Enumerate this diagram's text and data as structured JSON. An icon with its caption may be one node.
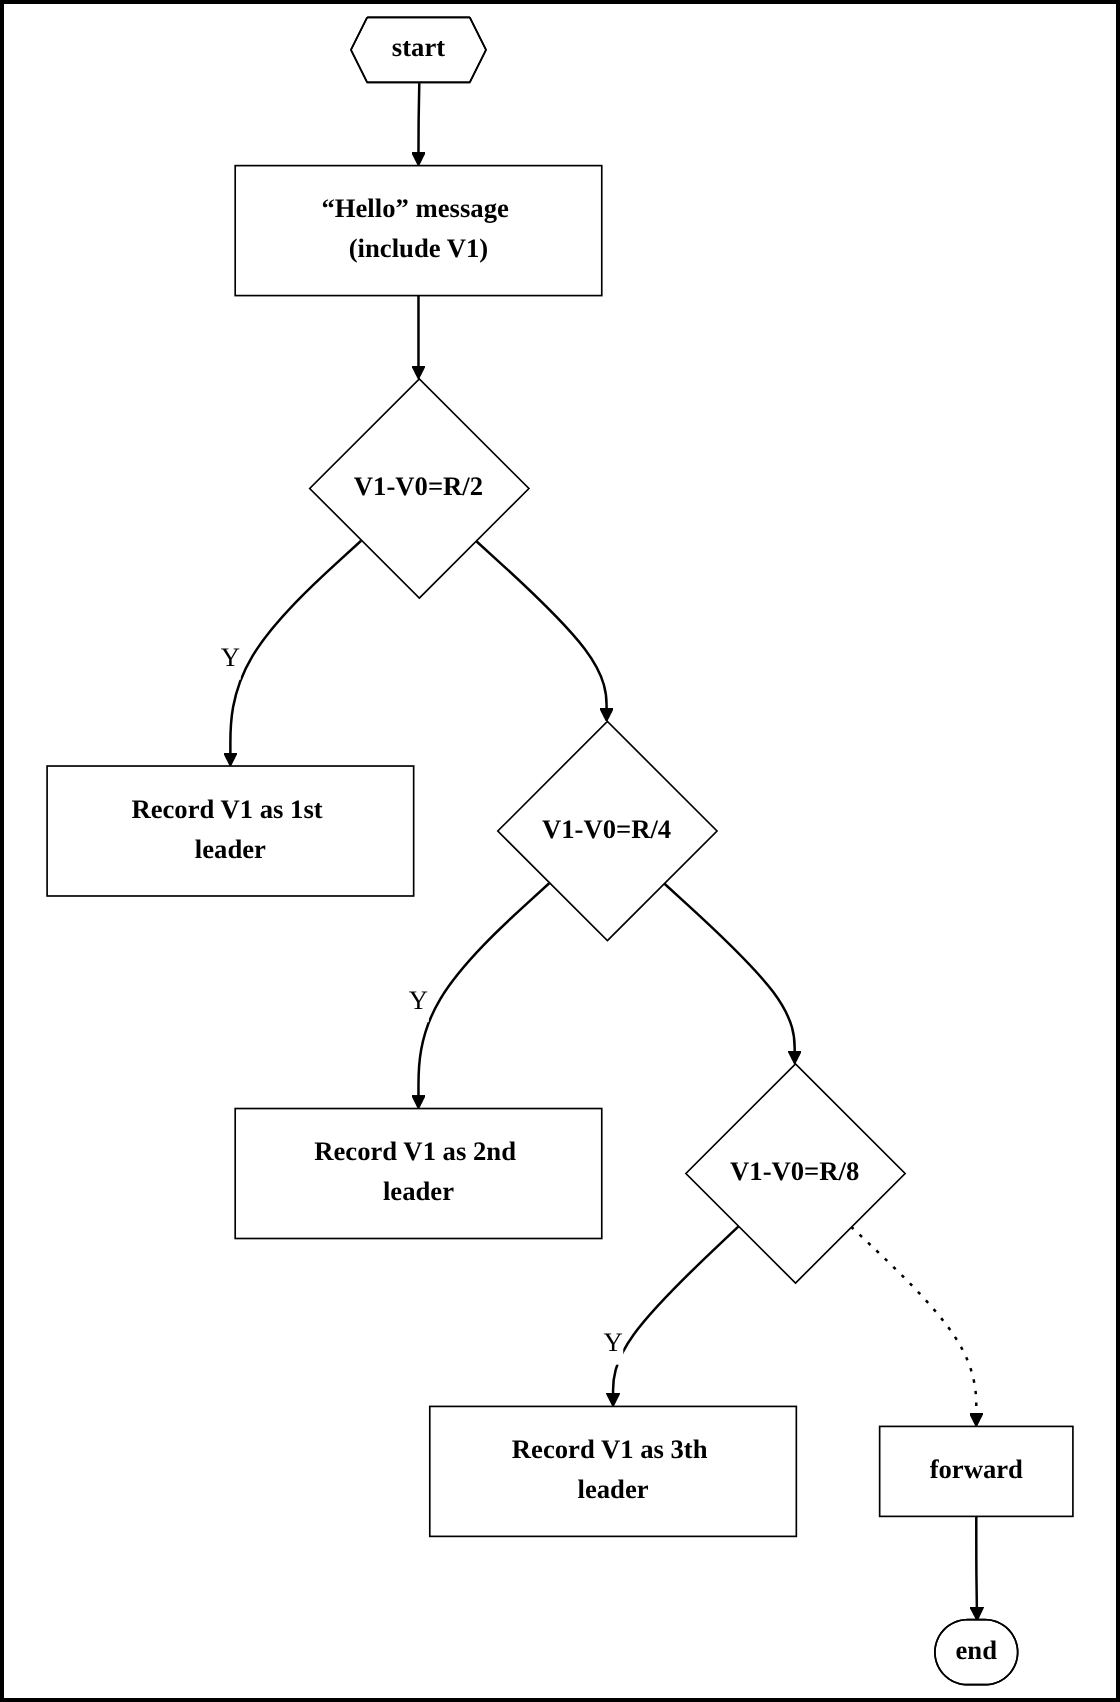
{
  "diagram": {
    "nodes": [
      {
        "text": [
          "start"
        ]
      },
      {
        "text": [
          "“Hello” message (include V1)"
        ]
      },
      {
        "text": [
          "V1-V0=R/2"
        ]
      },
      {
        "text": [
          "Record V1 as 1st leader"
        ]
      },
      {
        "text": [
          "V1-V0=R/4"
        ]
      },
      {
        "text": [
          "Record V1 as 2nd leader"
        ]
      },
      {
        "text": [
          "V1-V0=R/8"
        ]
      },
      {
        "text": [
          "Record V1 as 3th leader"
        ]
      },
      {
        "text": [
          "forward"
        ]
      },
      {
        "text": [
          "end"
        ]
      }
    ],
    "edges": [
      {
        "from": 0,
        "to": 1,
        "arrow": "to"
      },
      {
        "from": 1,
        "to": 2,
        "arrow": "to"
      },
      {
        "from": 2,
        "to": 3,
        "arrow": "to",
        "label": "Y"
      },
      {
        "from": 2,
        "to": 4,
        "arrow": "to"
      },
      {
        "from": 4,
        "to": 5,
        "arrow": "to",
        "label": "Y"
      },
      {
        "from": 4,
        "to": 6,
        "arrow": "to"
      },
      {
        "from": 6,
        "to": 7,
        "arrow": "to",
        "label": "Y"
      },
      {
        "from": 6,
        "to": 8,
        "arrow": "to",
        "style": "dashed"
      },
      {
        "from": 8,
        "to": 9,
        "arrow": "to"
      }
    ]
  }
}
